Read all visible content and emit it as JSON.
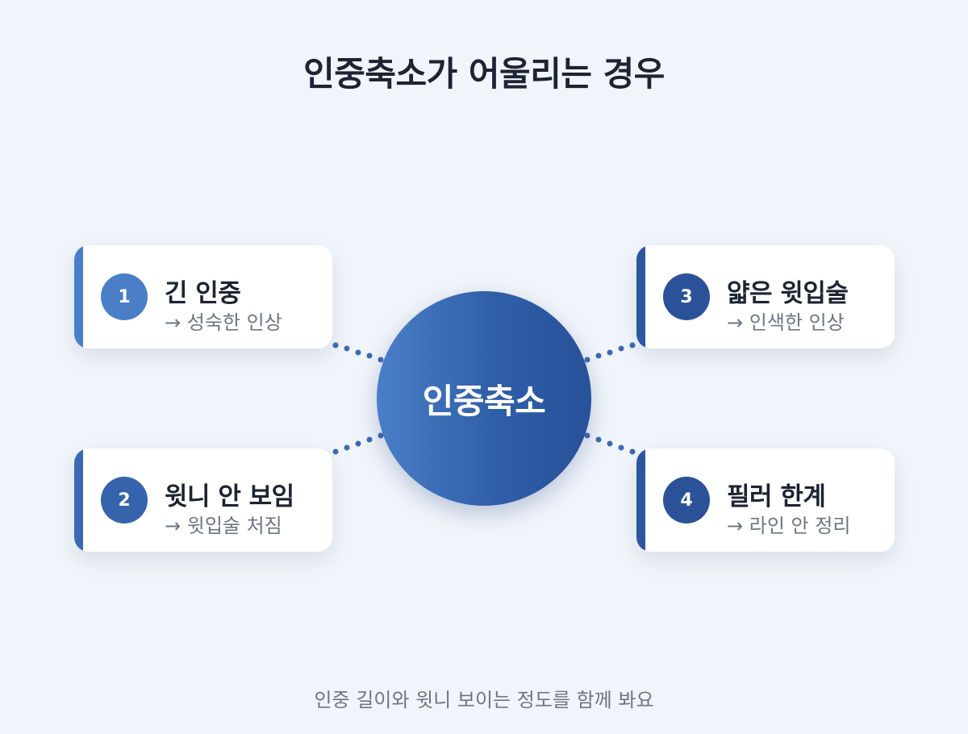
{
  "title": "인중축소가 어울리는 경우",
  "center": {
    "label": "인중축소"
  },
  "items": [
    {
      "number": "1",
      "heading": "긴 인중",
      "result": "→ 성숙한 인상"
    },
    {
      "number": "2",
      "heading": "윗니 안 보임",
      "result": "→ 윗입술 처짐"
    },
    {
      "number": "3",
      "heading": "얇은 윗입술",
      "result": "→ 인색한 인상"
    },
    {
      "number": "4",
      "heading": "필러 한계",
      "result": "→ 라인 안 정리"
    }
  ],
  "footer": "인중 길이와 윗니 보이는 정도를 함께 봐요",
  "colors": {
    "background": "#f1f5fb",
    "accent_light": "#4a7fc8",
    "accent_dark": "#27519a",
    "text": "#1c2433",
    "muted": "#6d7583"
  }
}
